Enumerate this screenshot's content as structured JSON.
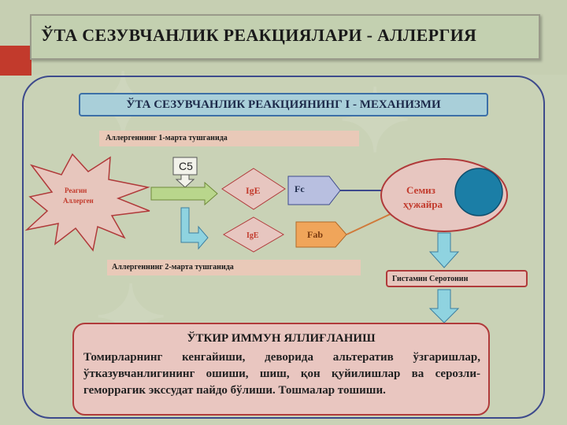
{
  "title": "ЎТА СЕЗУВЧАНЛИК РЕАКЦИЯЛАРИ - АЛЛЕРГИЯ",
  "mechanism_title": "ЎТА  СЕЗУВЧАНЛИК  РЕАКЦИЯНИНГ  I - МЕХАНИЗМИ",
  "first_exposure": "Аллергеннинг 1-марта тушганида",
  "second_exposure": "Аллергеннинг 2-марта тушганида",
  "allergen_label_line1": "Реагин",
  "allergen_label_line2": "Аллерген",
  "c5": "C5",
  "ige_top": "IgE",
  "ige_bottom": "IgE",
  "fc": "Fc",
  "fab": "Fab",
  "mast_cell_line1": "Семиз",
  "mast_cell_line2": "ҳужайра",
  "histamine": "Гистамин  Серотонин",
  "acute_title": "ЎТКИР ИММУН ЯЛЛИҒЛАНИШ",
  "acute_body": "Томирларнинг кенгайиши, деворида альтератив ўзгаришлар, ўтказувчанлигининг ошиши, шиш, қон қуйилишлар ва серозли-геморрагик экссудат пайдо бўлиши. Тошмалар тошиши.",
  "colors": {
    "frame": "#3d4a8c",
    "accent_red": "#c23a2c",
    "mast_fill": "#e7c6c0",
    "nucleus": "#1b7ea6",
    "arrow_teal": "#8fd3e0",
    "arrow_green": "#b9d68c"
  }
}
